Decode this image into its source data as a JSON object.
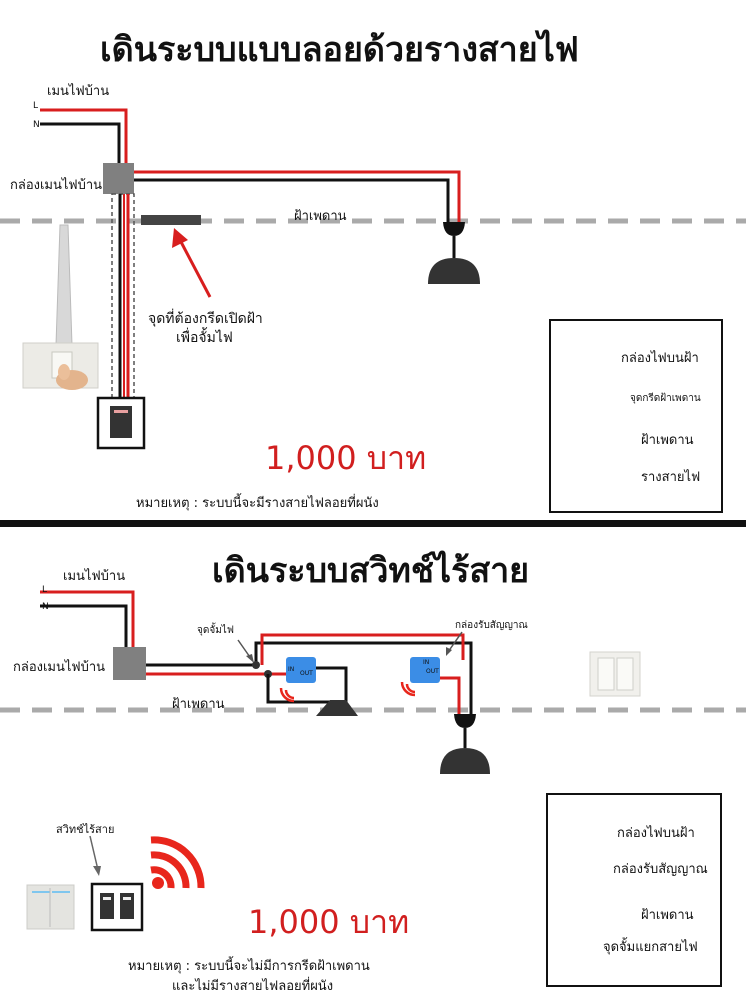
{
  "section1": {
    "title": "เดินระบบแบบลอยด้วยรางสายไฟ",
    "mains_label": "เมนไฟบ้าน",
    "line_L": "L",
    "line_N": "N",
    "main_box_label": "กล่องเมนไฟบ้าน",
    "ceiling_label": "ฝ้าเพดาน",
    "cut_point_label_1": "จุดที่ต้องกรีดเปิดฝ้า",
    "cut_point_label_2": "เพื่อจั้มไฟ",
    "price": "1,000 บาท",
    "note": "หมายเหตุ : ระบบนี้จะมีรางสายไฟลอยที่ผนัง",
    "legend": {
      "box": "กล่องไฟบนฝ้า",
      "cut": "จุดกรีดฝ้าเพดาน",
      "ceiling": "ฝ้าเพดาน",
      "raceway": "รางสายไฟ"
    }
  },
  "section2": {
    "title": "เดินระบบสวิทช์ไร้สาย",
    "mains_label": "เมนไฟบ้าน",
    "line_L": "L",
    "line_N": "N",
    "main_box_label": "กล่องเมนไฟบ้าน",
    "ceiling_label": "ฝ้าเพดาน",
    "junction_label": "จุดจั้มไฟ",
    "receiver_label": "กล่องรับสัญญาณ",
    "receiver_in": "IN",
    "receiver_out": "OUT",
    "wireless_switch_label": "สวิทช์ไร้สาย",
    "price": "1,000 บาท",
    "note_1": "หมายเหตุ : ระบบนี้จะไม่มีการกรีดฝ้าเพดาน",
    "note_2": "และไม่มีรางสายไฟลอยที่ผนัง",
    "legend": {
      "box": "กล่องไฟบนฝ้า",
      "receiver": "กล่องรับสัญญาณ",
      "ceiling": "ฝ้าเพดาน",
      "junction": "จุดจั้มแยกสายไฟ"
    }
  },
  "colors": {
    "live_wire": "#d81e1e",
    "neutral_wire": "#111111",
    "box_gray": "#808080",
    "ceiling_gray": "#aaaaaa",
    "cut_dark": "#444444",
    "receiver_blue": "#3b8de6",
    "price_red": "#d11f1f",
    "signal_red": "#e8261c"
  }
}
